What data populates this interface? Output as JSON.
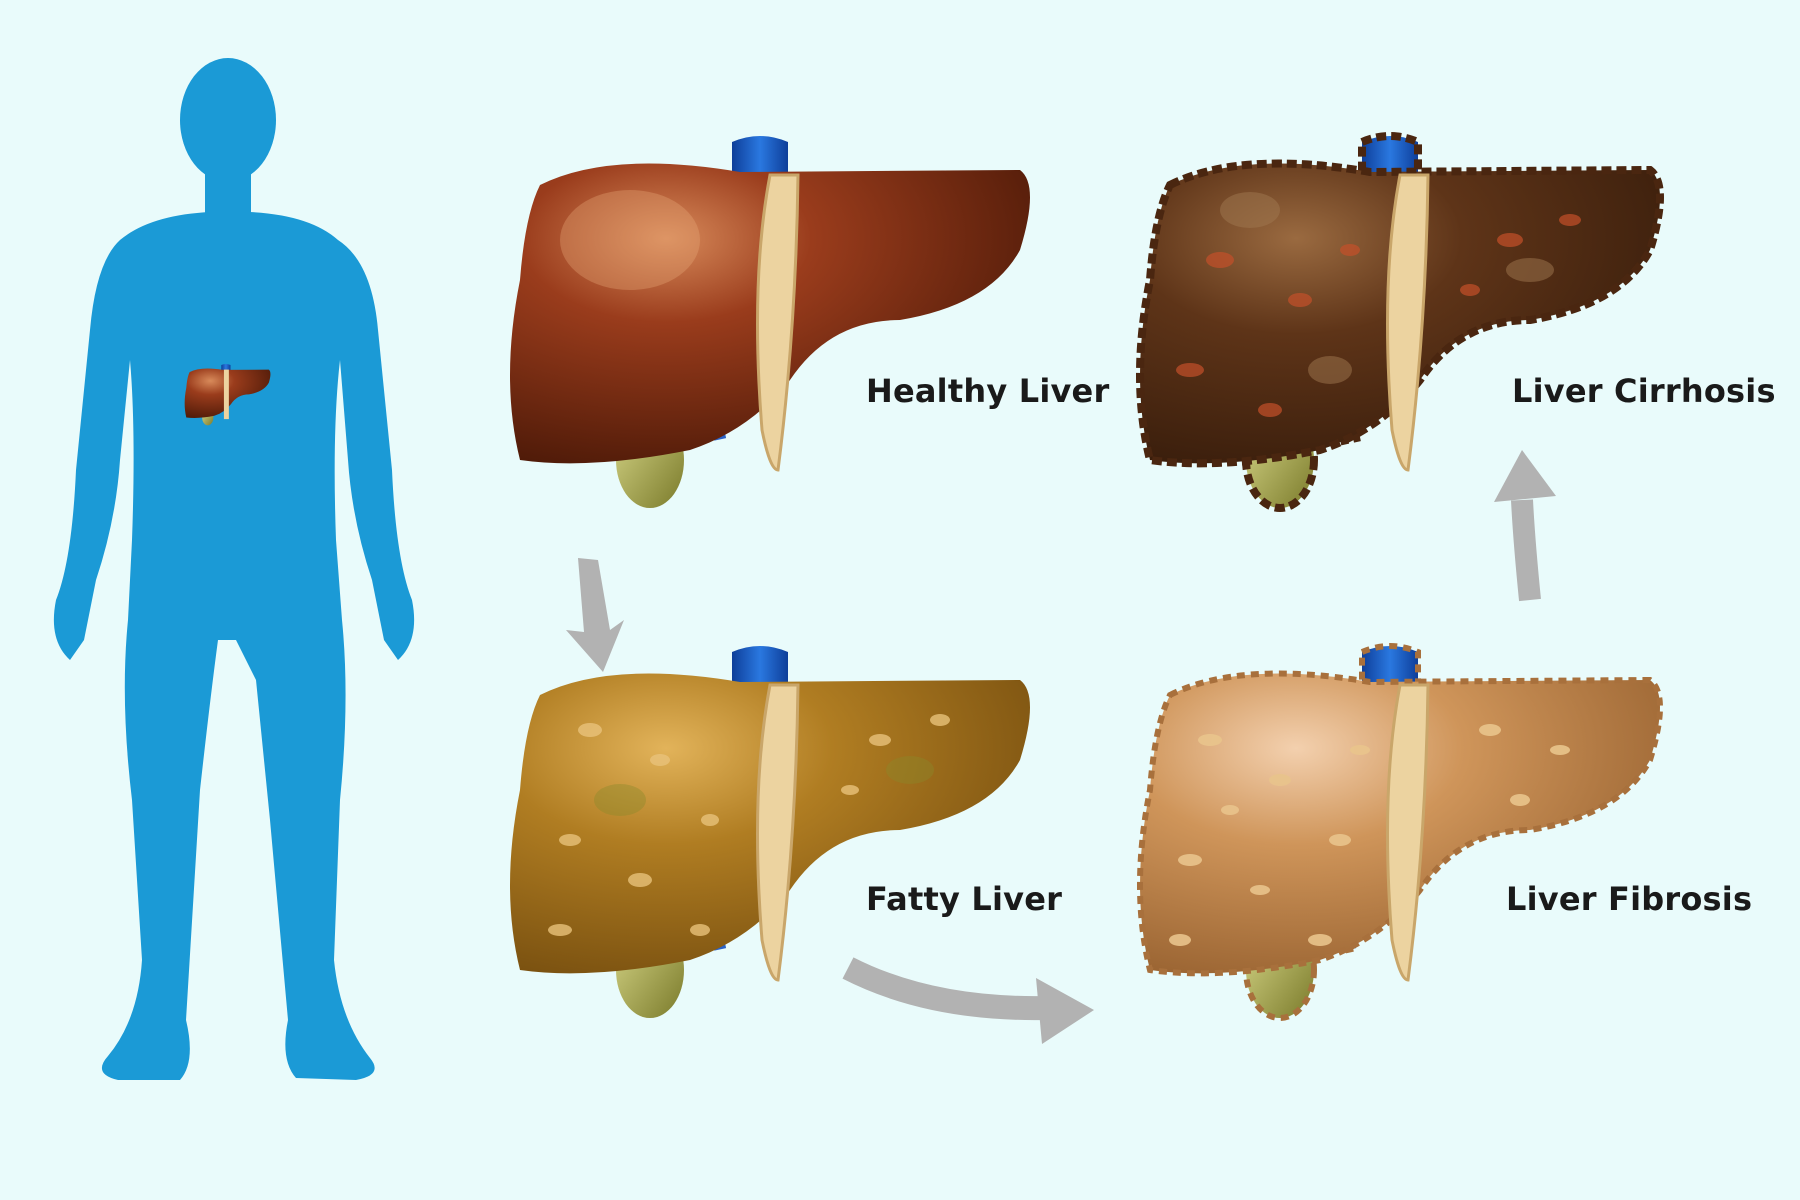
{
  "stages": [
    {
      "label": "Healthy Liver",
      "fill": "#7a2a12",
      "spot": "#b04a1e"
    },
    {
      "label": "Fatty Liver",
      "fill": "#a8761c",
      "spot": "#e8c27a"
    },
    {
      "label": "Liver Fibrosis",
      "fill": "#c98e52",
      "spot": "#e9c48c"
    },
    {
      "label": "Liver Cirrhosis",
      "fill": "#5a3218",
      "spot": "#c4502a"
    }
  ],
  "colors": {
    "background": "#e9fbfb",
    "silhouette": "#1b9ad6",
    "vessel": "#1c5fc8",
    "ligament": "#ecd3a0",
    "gallbladder": "#9a9a3a",
    "arrow": "#b2b2b2"
  },
  "icons": [
    "human-silhouette",
    "liver-icon",
    "arrow-icon"
  ]
}
